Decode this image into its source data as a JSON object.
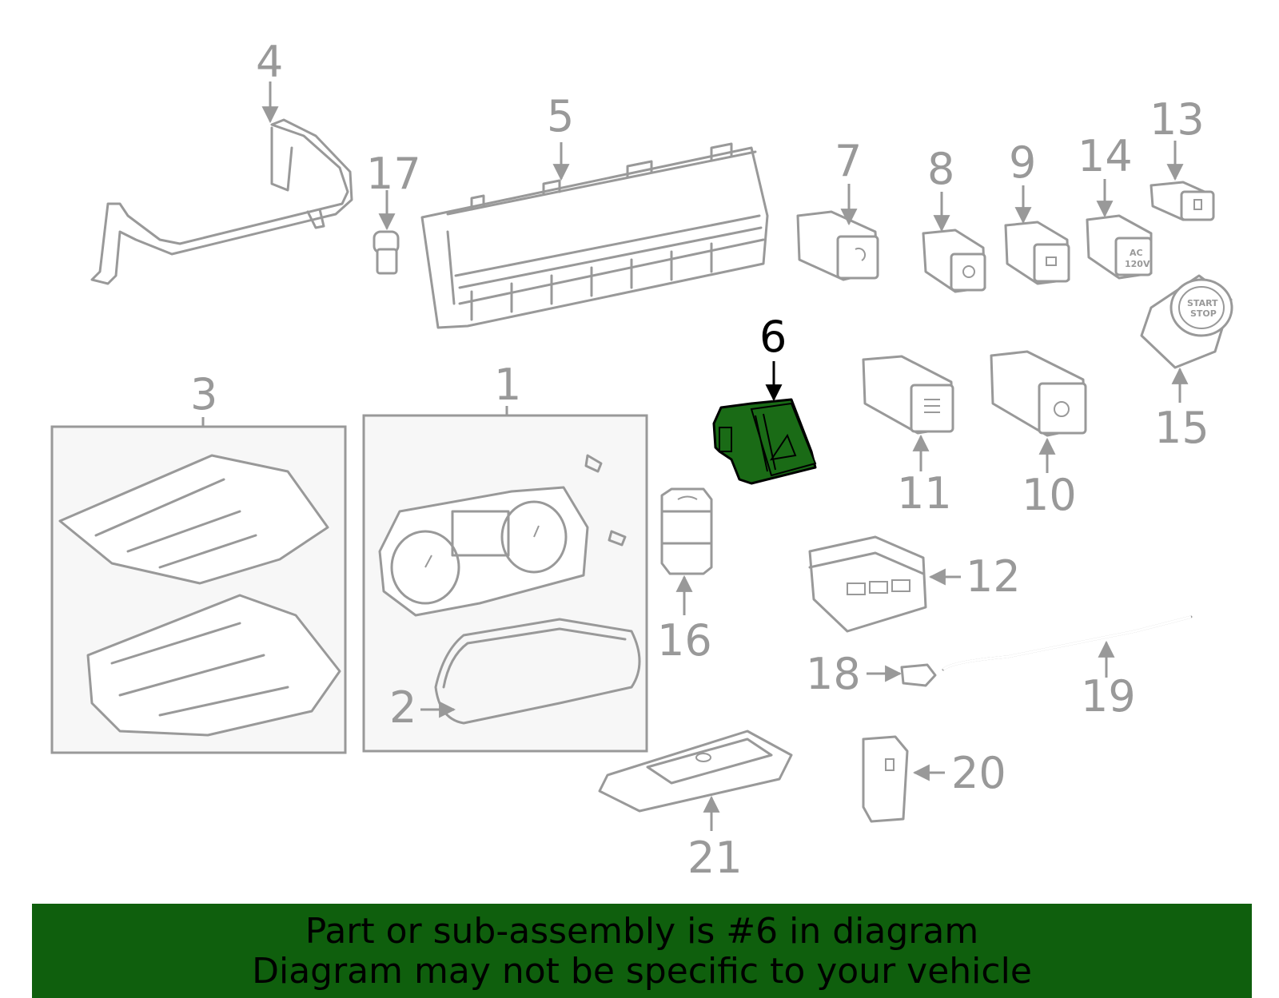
{
  "diagram": {
    "highlight_color": "#1a6b16",
    "label_color": "#999999",
    "callouts": [
      {
        "id": "1",
        "text": "1"
      },
      {
        "id": "2",
        "text": "2"
      },
      {
        "id": "3",
        "text": "3"
      },
      {
        "id": "4",
        "text": "4"
      },
      {
        "id": "5",
        "text": "5"
      },
      {
        "id": "6",
        "text": "6",
        "highlighted": true
      },
      {
        "id": "7",
        "text": "7"
      },
      {
        "id": "8",
        "text": "8"
      },
      {
        "id": "9",
        "text": "9"
      },
      {
        "id": "10",
        "text": "10"
      },
      {
        "id": "11",
        "text": "11"
      },
      {
        "id": "12",
        "text": "12"
      },
      {
        "id": "13",
        "text": "13"
      },
      {
        "id": "14",
        "text": "14"
      },
      {
        "id": "15",
        "text": "15"
      },
      {
        "id": "16",
        "text": "16"
      },
      {
        "id": "17",
        "text": "17"
      },
      {
        "id": "18",
        "text": "18"
      },
      {
        "id": "19",
        "text": "19"
      },
      {
        "id": "20",
        "text": "20"
      },
      {
        "id": "21",
        "text": "21"
      }
    ],
    "part_text": {
      "ac_label_1": "AC",
      "ac_label_2": "120V",
      "start_label_1": "START",
      "start_label_2": "STOP"
    }
  },
  "banner": {
    "line1": "Part or sub-assembly is #6 in diagram",
    "line2": "Diagram may not be specific to your vehicle",
    "background": "#0f5f0d"
  }
}
